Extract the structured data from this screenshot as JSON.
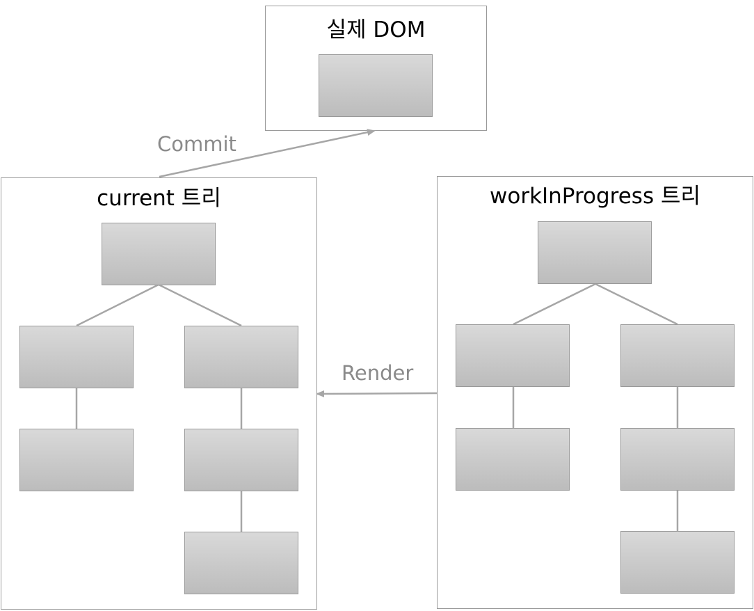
{
  "dom_box": {
    "title": "실제 DOM"
  },
  "current_tree": {
    "title": "current 트리"
  },
  "wip_tree": {
    "title": "workInProgress 트리"
  },
  "arrows": {
    "commit_label": "Commit",
    "render_label": "Render"
  },
  "colors": {
    "node_top": "#d9d9d9",
    "node_bottom": "#bcbcbc",
    "line": "#a6a6a6",
    "label": "#8a8a8a",
    "border": "#9a9a9a"
  }
}
